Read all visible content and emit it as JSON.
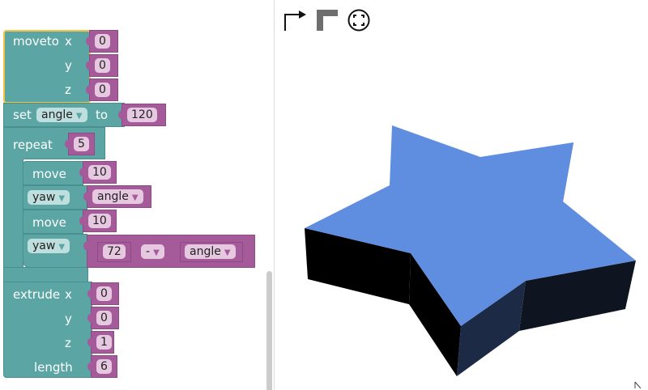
{
  "workspace": {
    "moveto": {
      "label": "moveto",
      "x_label": "x",
      "y_label": "y",
      "z_label": "z",
      "x": "0",
      "y": "0",
      "z": "0"
    },
    "set": {
      "label": "set",
      "variable": "angle",
      "to_label": "to",
      "value": "120"
    },
    "repeat": {
      "label": "repeat",
      "times": "5",
      "body": {
        "move1": {
          "label": "move",
          "value": "10"
        },
        "yaw1": {
          "label": "yaw",
          "value": "angle"
        },
        "move2": {
          "label": "move",
          "value": "10"
        },
        "yaw2": {
          "label": "yaw",
          "lhs": "72",
          "op": "-",
          "rhs": "angle"
        }
      }
    },
    "extrude": {
      "label": "extrude",
      "x_label": "x",
      "y_label": "y",
      "z_label": "z",
      "length_label": "length",
      "x": "0",
      "y": "0",
      "z": "1",
      "length": "6"
    }
  },
  "viewer": {
    "toolbar": [
      "arrow-corner-icon",
      "corner-l-icon",
      "fit-view-icon"
    ],
    "close": "close-icon",
    "shape": {
      "type": "extruded-star",
      "top_color": "#5f8de0",
      "side_color_dark": "#000000",
      "side_color_mid": "#1d2a45",
      "side_color_right": "#0e1520"
    }
  },
  "colors": {
    "motion_block": "#5ba5a5",
    "value_block": "#a55b99",
    "selected_outline": "#f5c242"
  }
}
